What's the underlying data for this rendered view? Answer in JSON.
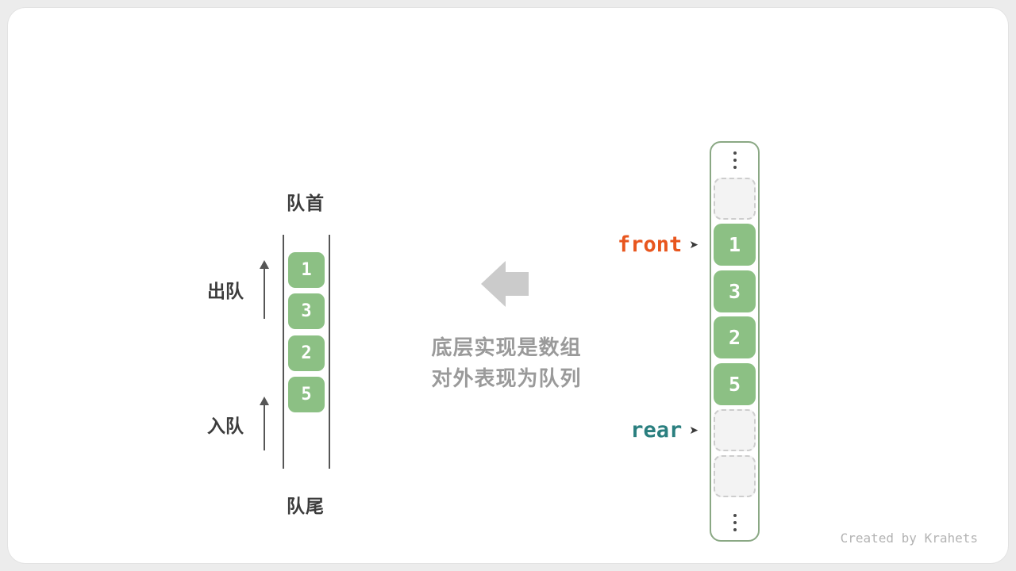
{
  "colors": {
    "cell_green": "#8cc084",
    "front_orange": "#e8561e",
    "rear_teal": "#2a7f7f",
    "big_arrow_gray": "#cbcbcb",
    "caption_gray": "#9a9a9a",
    "empty_cell_bg": "#f3f3f3"
  },
  "icons": {
    "top_ellipsis": "vertical-dots",
    "bottom_ellipsis": "vertical-dots",
    "pointer_arrow_glyph": "➤"
  },
  "queue": {
    "top_label": "队首",
    "bottom_label": "队尾",
    "dequeue_label": "出队",
    "enqueue_label": "入队",
    "values": [
      "1",
      "3",
      "2",
      "5"
    ]
  },
  "caption": {
    "line1": "底层实现是数组",
    "line2": "对外表现为队列"
  },
  "array": {
    "pointers": {
      "front": "front",
      "rear": "rear"
    },
    "cells": [
      {
        "kind": "empty",
        "value": ""
      },
      {
        "kind": "value",
        "value": "1"
      },
      {
        "kind": "value",
        "value": "3"
      },
      {
        "kind": "value",
        "value": "2"
      },
      {
        "kind": "value",
        "value": "5"
      },
      {
        "kind": "empty",
        "value": ""
      },
      {
        "kind": "empty",
        "value": ""
      }
    ]
  },
  "footer": {
    "credit": "Created by Krahets"
  }
}
